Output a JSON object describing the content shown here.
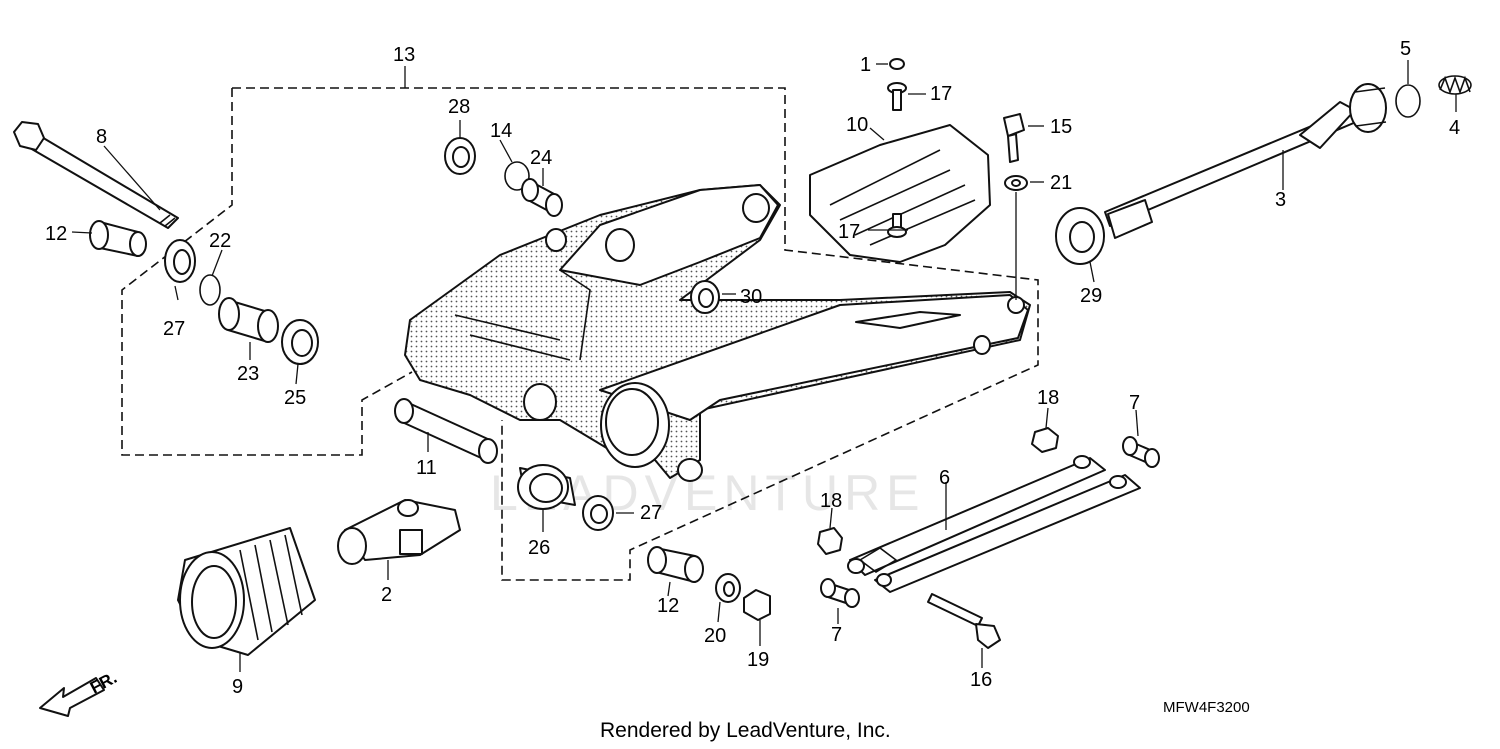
{
  "diagram": {
    "parts": [
      {
        "ref": "1",
        "label": "1"
      },
      {
        "ref": "2",
        "label": "2"
      },
      {
        "ref": "3",
        "label": "3"
      },
      {
        "ref": "4",
        "label": "4"
      },
      {
        "ref": "5",
        "label": "5"
      },
      {
        "ref": "6",
        "label": "6"
      },
      {
        "ref": "7a",
        "label": "7"
      },
      {
        "ref": "7b",
        "label": "7"
      },
      {
        "ref": "8",
        "label": "8"
      },
      {
        "ref": "9",
        "label": "9"
      },
      {
        "ref": "10",
        "label": "10"
      },
      {
        "ref": "11",
        "label": "11"
      },
      {
        "ref": "12a",
        "label": "12"
      },
      {
        "ref": "12b",
        "label": "12"
      },
      {
        "ref": "13",
        "label": "13"
      },
      {
        "ref": "14",
        "label": "14"
      },
      {
        "ref": "15",
        "label": "15"
      },
      {
        "ref": "16",
        "label": "16"
      },
      {
        "ref": "17a",
        "label": "17"
      },
      {
        "ref": "17b",
        "label": "17"
      },
      {
        "ref": "18a",
        "label": "18"
      },
      {
        "ref": "18b",
        "label": "18"
      },
      {
        "ref": "19",
        "label": "19"
      },
      {
        "ref": "20",
        "label": "20"
      },
      {
        "ref": "21",
        "label": "21"
      },
      {
        "ref": "22",
        "label": "22"
      },
      {
        "ref": "23",
        "label": "23"
      },
      {
        "ref": "24",
        "label": "24"
      },
      {
        "ref": "25",
        "label": "25"
      },
      {
        "ref": "26",
        "label": "26"
      },
      {
        "ref": "27a",
        "label": "27"
      },
      {
        "ref": "27b",
        "label": "27"
      },
      {
        "ref": "28",
        "label": "28"
      },
      {
        "ref": "29",
        "label": "29"
      },
      {
        "ref": "30",
        "label": "30"
      }
    ],
    "diagram_code": "MFW4F3200",
    "direction_label": "FR.",
    "credit": "Rendered by LeadVenture, Inc.",
    "watermark": "LEADVENTURE"
  }
}
